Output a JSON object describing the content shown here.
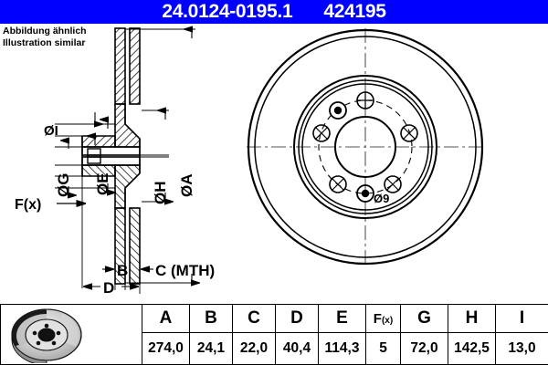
{
  "header": {
    "part_code": "24.0124-0195.1",
    "article_number": "424195",
    "background_color": "#0000FF",
    "text_color": "#FFFFFF"
  },
  "note": {
    "line_de": "Abbildung ähnlich",
    "line_en": "Illustration similar"
  },
  "drawing": {
    "section_view": {
      "name": "brake-disc-cross-section",
      "dimension_labels": [
        {
          "id": "dia-I",
          "text": "ØI"
        },
        {
          "id": "dia-G",
          "text": "ØG"
        },
        {
          "id": "dia-E",
          "text": "ØE"
        },
        {
          "id": "dia-H",
          "text": "ØH"
        },
        {
          "id": "dia-A",
          "text": "ØA"
        },
        {
          "id": "fx",
          "text": "F(x)"
        },
        {
          "id": "B",
          "text": "B"
        },
        {
          "id": "C",
          "text": "C (MTH)"
        },
        {
          "id": "D",
          "text": "D"
        }
      ]
    },
    "front_view": {
      "name": "brake-disc-front-view",
      "hole_label": "Ø9",
      "bolt_hole_count": 5
    }
  },
  "table": {
    "columns": [
      "A",
      "B",
      "C",
      "D",
      "E",
      "F(x)",
      "G",
      "H",
      "I"
    ],
    "fx_label_main": "F",
    "fx_label_sub": "(x)",
    "values": [
      "274,0",
      "24,1",
      "22,0",
      "40,4",
      "114,3",
      "5",
      "72,0",
      "142,5",
      "13,0"
    ]
  }
}
